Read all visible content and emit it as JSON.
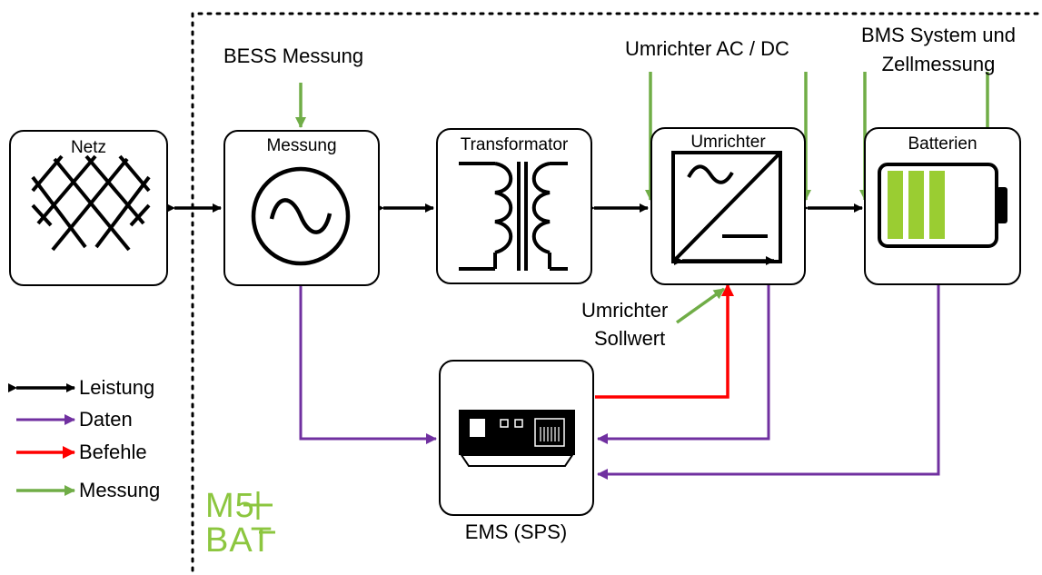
{
  "blocks": {
    "netz": "Netz",
    "messung": "Messung",
    "transformator": "Transformator",
    "umrichter": "Umrichter",
    "batterien": "Batterien",
    "ems": "EMS (SPS)"
  },
  "annotations": {
    "bess_messung": "BESS Messung",
    "umrichter_ac_dc": "Umrichter AC / DC",
    "bms_line1": "BMS System und",
    "bms_line2": "Zellmessung",
    "sollwert_line1": "Umrichter",
    "sollwert_line2": "Sollwert"
  },
  "legend": [
    {
      "label": "Leistung",
      "color": "#000000"
    },
    {
      "label": "Daten",
      "color": "#7030a0"
    },
    {
      "label": "Befehle",
      "color": "#ff0000"
    },
    {
      "label": "Messung",
      "color": "#70ad47"
    }
  ],
  "logo": {
    "line1": "M5",
    "line2": "BAT",
    "color": "#8cc63f"
  },
  "colors": {
    "power": "#000000",
    "data": "#7030a0",
    "command": "#ff0000",
    "measurement": "#70ad47",
    "battery_cell": "#9acd32"
  }
}
